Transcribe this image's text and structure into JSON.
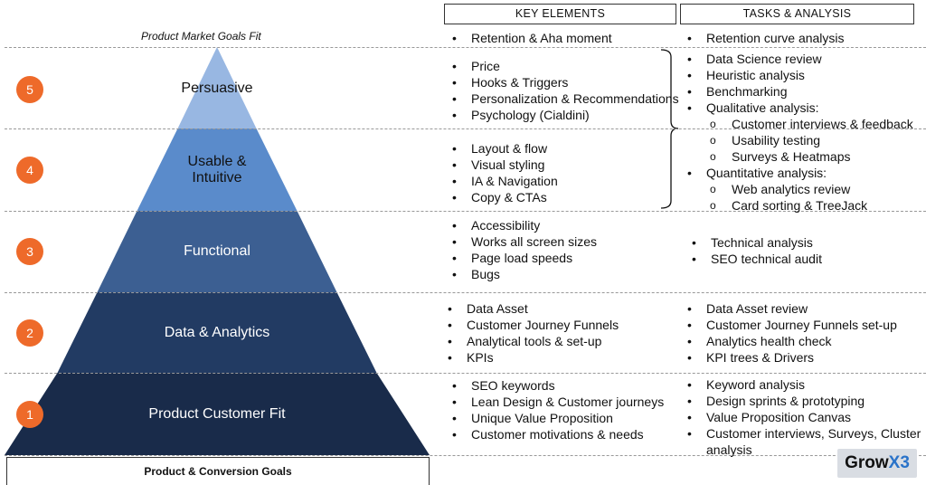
{
  "headers": {
    "key_elements": "KEY ELEMENTS",
    "tasks_analysis": "TASKS & ANALYSIS"
  },
  "top_label": "Product Market Goals Fit",
  "footer_label": "Product & Conversion Goals",
  "logo": {
    "part1": "Grow",
    "part2": "X3"
  },
  "colors": {
    "level5": "#98b7e2",
    "level4": "#5a8bcb",
    "level3": "#3c5f92",
    "level2": "#223b63",
    "level1": "#192b4a",
    "badge": "#ee6a2a",
    "logo_accent": "#2a73c9"
  },
  "levels": [
    {
      "number": "5",
      "label": "Persuasive",
      "key_elements": [
        "Price",
        "Hooks & Triggers",
        "Personalization & Recommendations",
        "Psychology (Cialdini)"
      ]
    },
    {
      "number": "4",
      "label_lines": [
        "Usable &",
        "Intuitive"
      ],
      "key_elements": [
        "Layout & flow",
        "Visual styling",
        "IA & Navigation",
        "Copy & CTAs"
      ]
    },
    {
      "number": "3",
      "label": "Functional",
      "key_elements": [
        "Accessibility",
        "Works all screen sizes",
        "Page load speeds",
        "Bugs"
      ],
      "tasks": [
        "Technical analysis",
        "SEO technical audit"
      ]
    },
    {
      "number": "2",
      "label": "Data & Analytics",
      "key_elements": [
        "Data Asset",
        "Customer Journey Funnels",
        "Analytical tools & set-up",
        "KPIs"
      ],
      "tasks": [
        "Data Asset review",
        "Customer Journey Funnels set-up",
        "Analytics health check",
        "KPI trees & Drivers"
      ]
    },
    {
      "number": "1",
      "label": "Product Customer Fit",
      "key_elements": [
        "SEO keywords",
        "Lean Design & Customer journeys",
        "Unique Value Proposition",
        "Customer motivations & needs"
      ],
      "tasks": [
        "Keyword analysis",
        "Design sprints & prototyping",
        "Value Proposition Canvas",
        "Customer interviews, Surveys, Cluster analysis"
      ]
    }
  ],
  "top_row": {
    "key_element": "Retention & Aha moment",
    "task": "Retention curve analysis"
  },
  "shared_tasks_4_5": [
    {
      "text": "Data Science review",
      "sub": false
    },
    {
      "text": "Heuristic analysis",
      "sub": false
    },
    {
      "text": "Benchmarking",
      "sub": false
    },
    {
      "text": "Qualitative analysis:",
      "sub": false
    },
    {
      "text": "Customer interviews & feedback",
      "sub": true
    },
    {
      "text": "Usability testing",
      "sub": true
    },
    {
      "text": "Surveys & Heatmaps",
      "sub": true
    },
    {
      "text": "Quantitative analysis:",
      "sub": false
    },
    {
      "text": "Web analytics review",
      "sub": true
    },
    {
      "text": "Card sorting & TreeJack",
      "sub": true
    }
  ]
}
